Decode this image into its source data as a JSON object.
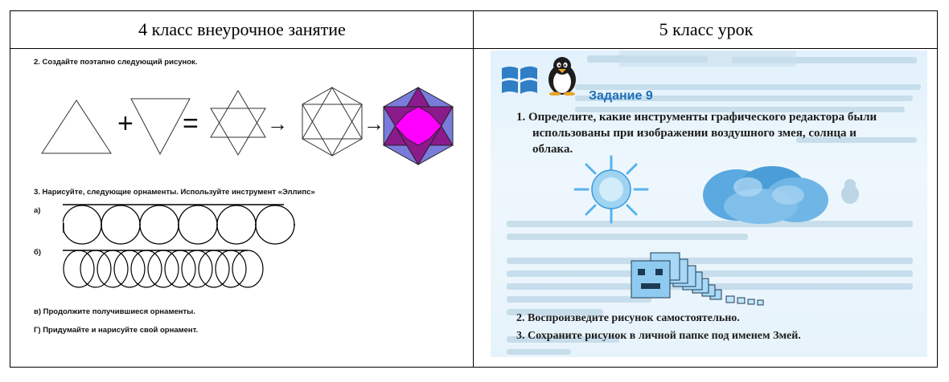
{
  "table": {
    "headers": [
      "4 класс внеурочное занятие",
      "5 класс урок"
    ]
  },
  "left": {
    "task2": "2. Создайте поэтапно следующий рисунок.",
    "task3": "3.  Нарисуйте, следующие орнаменты. Используйте инструмент «Эллипс»",
    "label_a": "а)",
    "label_b": "б)",
    "task_v": "в) Продолжите получившиеся орнаменты.",
    "task_g": "Г) Придумайте и нарисуйте свой орнамент.",
    "operators": {
      "plus": "+",
      "equals": "=",
      "arrow": "→"
    },
    "colors": {
      "outer": "#7b7bdc",
      "star": "#8b1a8b",
      "inner": "#ff00ff"
    }
  },
  "right": {
    "zadanie": "Задание 9",
    "q1_line1": "1. Определите, какие инструменты графического редактора были",
    "q1_line2": "использованы при изображении воздушного змея, солнца и",
    "q1_line3": "облака.",
    "q2": "2. Воспроизведите рисунок самостоятельно.",
    "q3_prefix": "3. Сохраните рисунок в личной папке под именем ",
    "q3_name": "Змей",
    "q3_end": ".",
    "colors": {
      "accent": "#1a6fb8",
      "sun": "#9fd3f2",
      "cloud": "#5aa9e0",
      "kite": "#a7d8f5"
    }
  }
}
